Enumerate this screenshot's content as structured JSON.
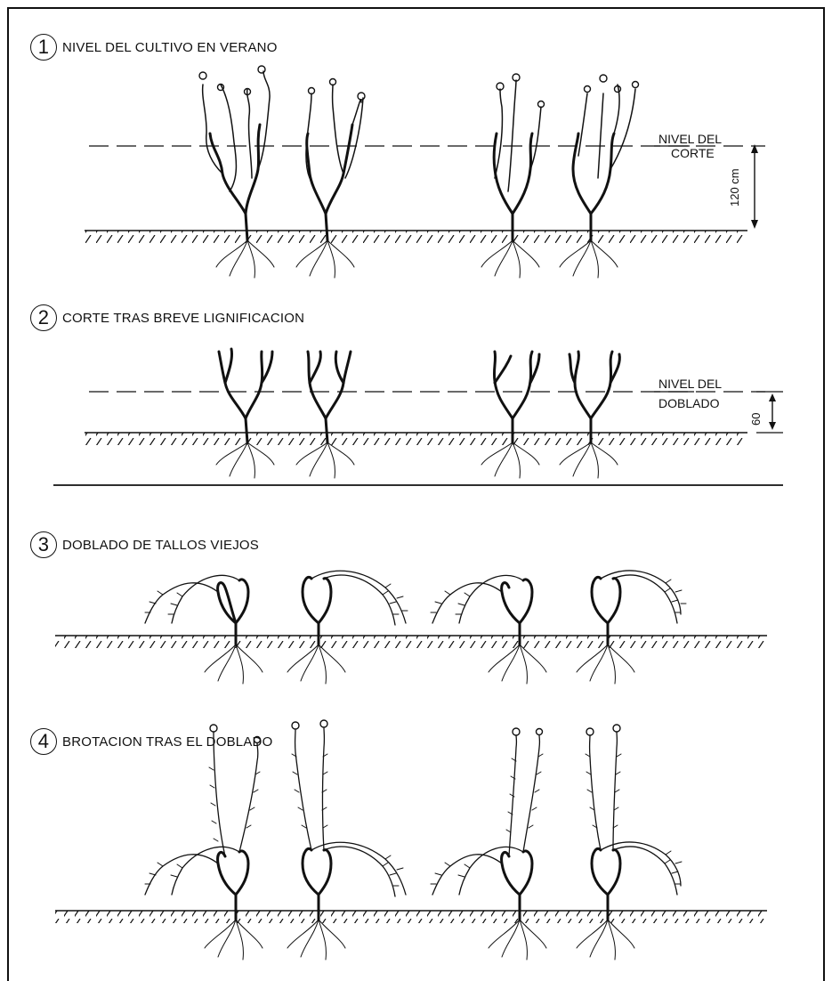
{
  "stages": [
    {
      "number": "1",
      "title": "NIVEL DEL CULTIVO EN VERANO"
    },
    {
      "number": "2",
      "title": "CORTE TRAS BREVE LIGNIFICACION"
    },
    {
      "number": "3",
      "title": "DOBLADO DE TALLOS VIEJOS"
    },
    {
      "number": "4",
      "title": "BROTACION TRAS EL DOBLADO"
    }
  ],
  "labels": {
    "cut_level_line1": "NIVEL DEL",
    "cut_level_line2": "CORTE",
    "cut_height": "120 cm",
    "bend_level_line1": "NIVEL DEL",
    "bend_level_line2": "DOBLADO",
    "bend_height": "60"
  }
}
